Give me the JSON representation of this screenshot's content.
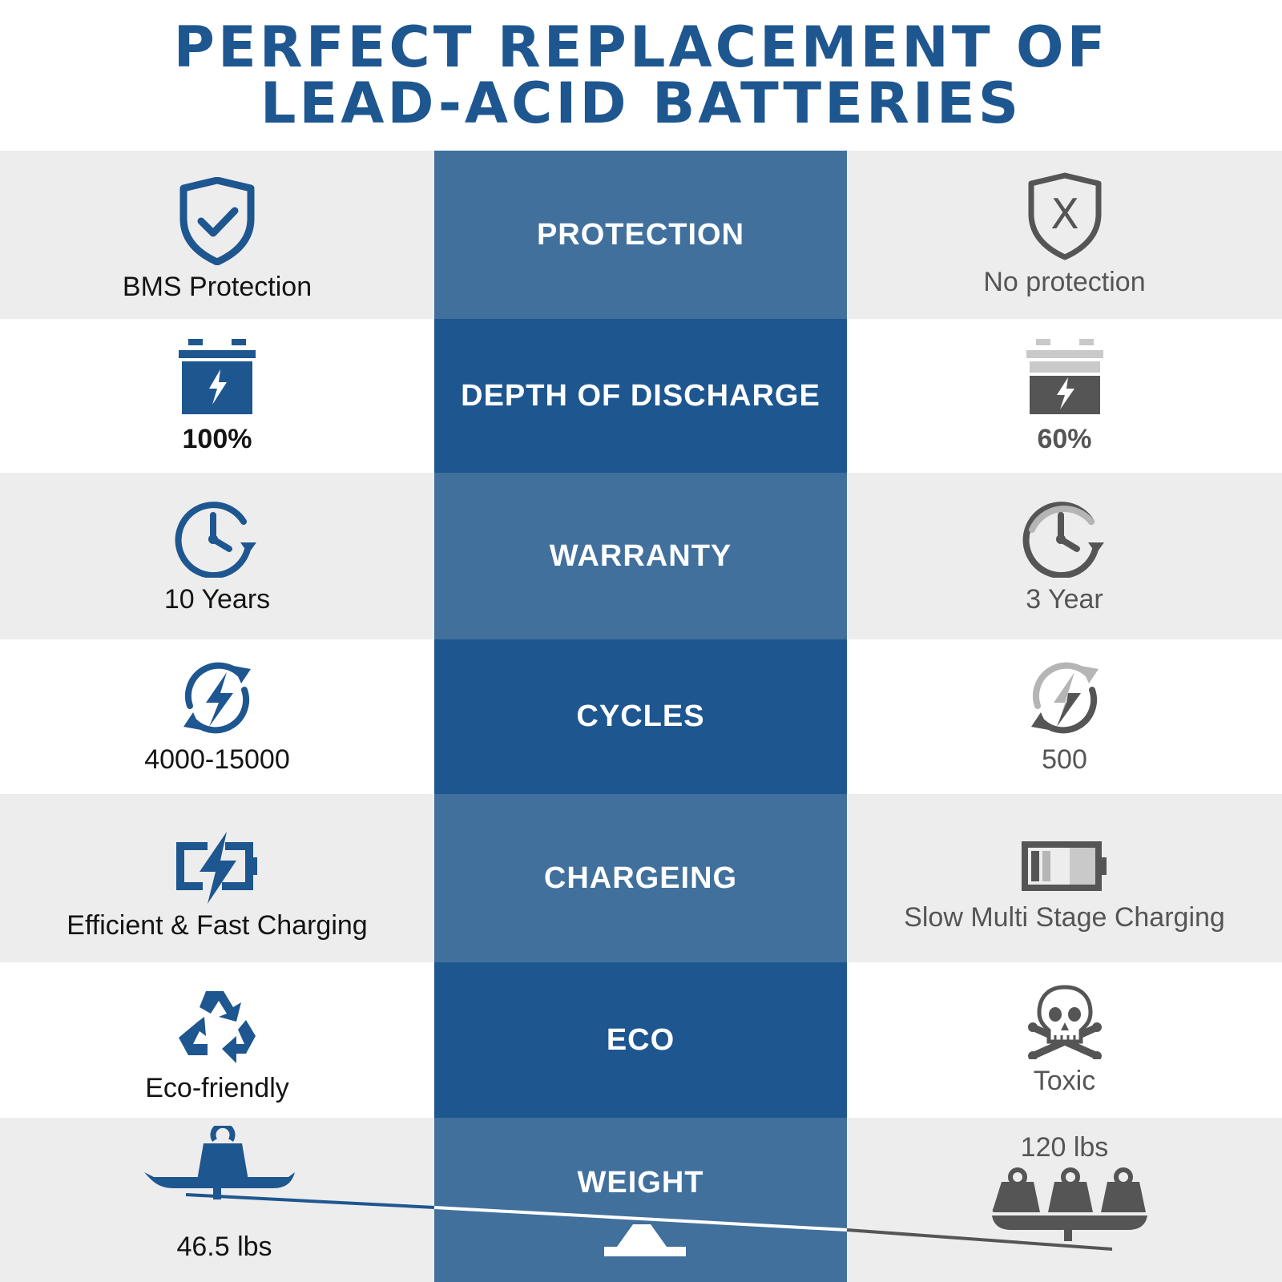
{
  "title": {
    "line1": "PERFECT REPLACEMENT OF",
    "line2": "LEAD-ACID BATTERIES"
  },
  "colors": {
    "brand_blue": "#1e5690",
    "center_light": "#41709d",
    "center_dark": "#1e5690",
    "lead_acid_grey": "#555555",
    "row_grey": "#ededed"
  },
  "rows": [
    {
      "category": "PROTECTION",
      "lithium": {
        "icon": "shield-check-icon",
        "label": "BMS Protection"
      },
      "lead_acid": {
        "icon": "shield-x-icon",
        "label": "No protection",
        "icon_text": "X"
      }
    },
    {
      "category": "DEPTH OF DISCHARGE",
      "lithium": {
        "icon": "battery-full-icon",
        "label": "100%",
        "fill_level": 1.0
      },
      "lead_acid": {
        "icon": "battery-partial-icon",
        "label": "60%",
        "fill_level": 0.6
      }
    },
    {
      "category": "WARRANTY",
      "lithium": {
        "icon": "clock-icon",
        "label": "10 Years"
      },
      "lead_acid": {
        "icon": "clock-icon",
        "label": "3 Year"
      }
    },
    {
      "category": "CYCLES",
      "lithium": {
        "icon": "cycle-bolt-icon",
        "label": "4000-15000"
      },
      "lead_acid": {
        "icon": "cycle-bolt-icon",
        "label": "500"
      }
    },
    {
      "category": "CHARGEING",
      "lithium": {
        "icon": "fast-charge-battery-icon",
        "label": "Efficient & Fast Charging"
      },
      "lead_acid": {
        "icon": "low-battery-icon",
        "label": "Slow Multi Stage Charging"
      }
    },
    {
      "category": "ECO",
      "lithium": {
        "icon": "recycle-icon",
        "label": "Eco-friendly"
      },
      "lead_acid": {
        "icon": "skull-crossbones-icon",
        "label": "Toxic"
      }
    },
    {
      "category": "WEIGHT",
      "lithium": {
        "icon": "single-weight-icon",
        "label": "46.5 lbs"
      },
      "lead_acid": {
        "icon": "triple-weight-icon",
        "label": "120 lbs"
      }
    }
  ]
}
